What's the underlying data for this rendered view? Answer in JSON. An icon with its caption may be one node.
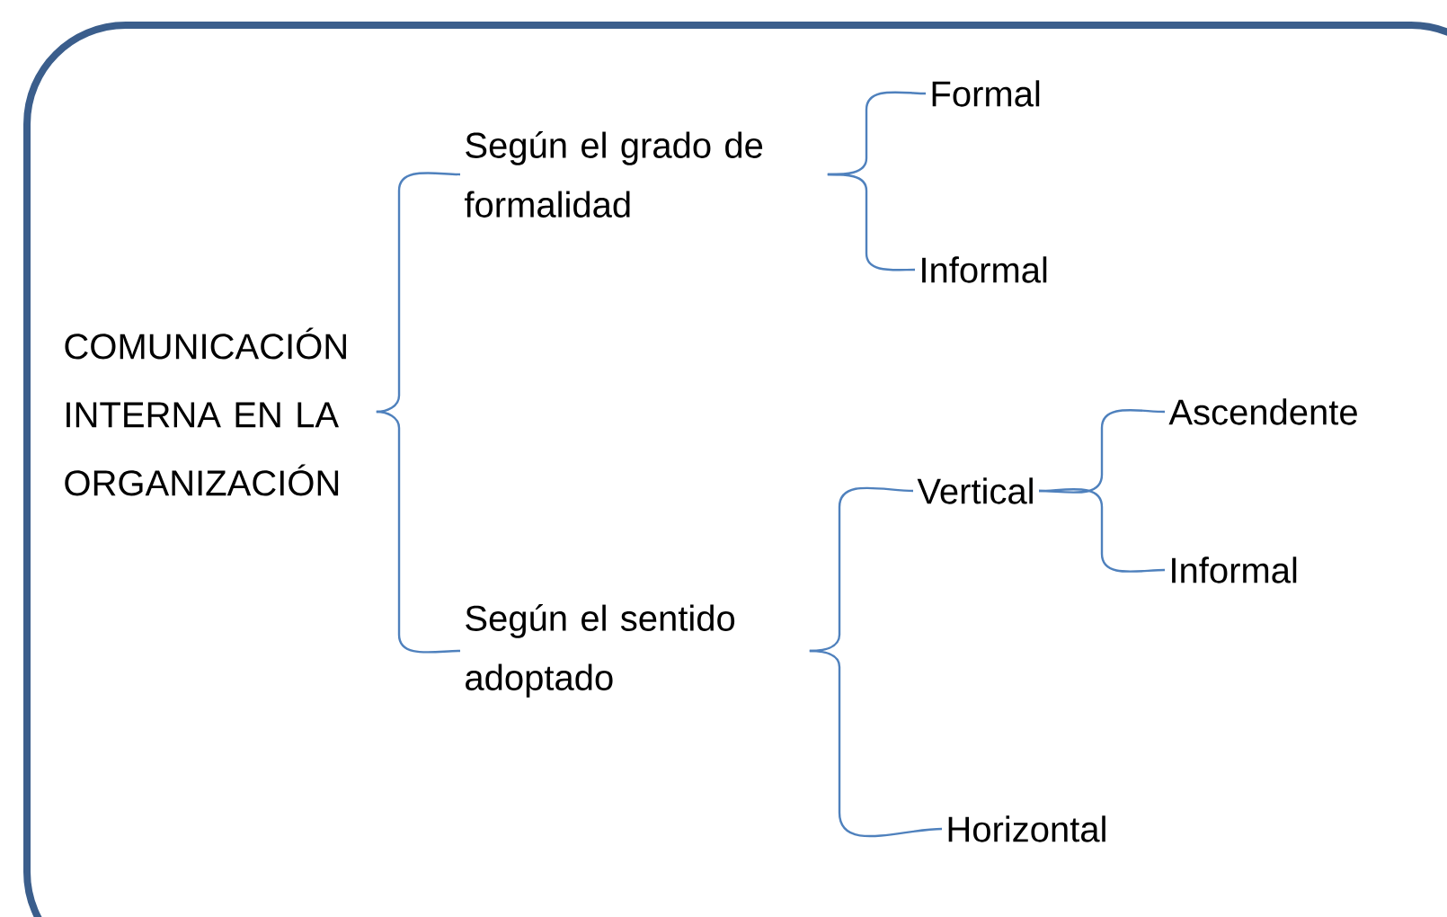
{
  "diagram": {
    "nodes": [
      {
        "text": [
          "COMUNICACIÓN INTERNA EN LA ORGANIZACIÓN"
        ]
      },
      {
        "text": [
          "Según el grado de formalidad"
        ]
      },
      {
        "text": [
          "Formal"
        ]
      },
      {
        "text": [
          "Informal"
        ]
      },
      {
        "text": [
          "Según el sentido adoptado"
        ]
      },
      {
        "text": [
          "Vertical"
        ]
      },
      {
        "text": [
          "Ascendente"
        ]
      },
      {
        "text": [
          "Informal"
        ]
      },
      {
        "text": [
          "Horizontal"
        ]
      }
    ],
    "edges": [
      {
        "from": 0,
        "to": 1,
        "arrow": "none"
      },
      {
        "from": 0,
        "to": 4,
        "arrow": "none"
      },
      {
        "from": 1,
        "to": 2,
        "arrow": "none"
      },
      {
        "from": 1,
        "to": 3,
        "arrow": "none"
      },
      {
        "from": 4,
        "to": 5,
        "arrow": "none"
      },
      {
        "from": 4,
        "to": 8,
        "arrow": "none"
      },
      {
        "from": 5,
        "to": 6,
        "arrow": "none"
      },
      {
        "from": 5,
        "to": 7,
        "arrow": "none"
      }
    ]
  }
}
